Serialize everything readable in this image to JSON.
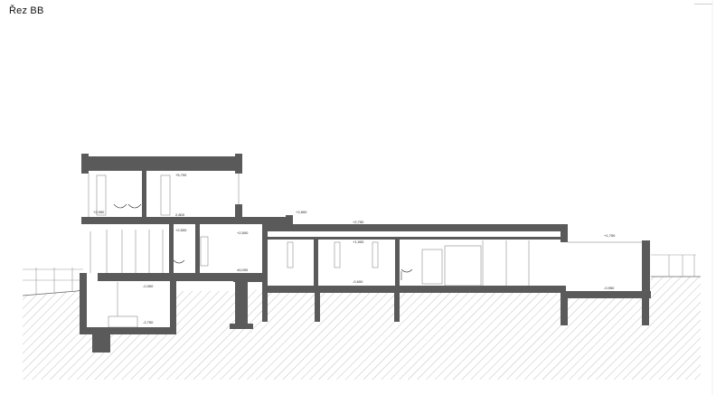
{
  "drawing": {
    "title": "Řez BB",
    "colors": {
      "structure": "#5a5a5a",
      "hatch": "#9a9a9a",
      "line": "#555555",
      "background": "#ffffff"
    },
    "levels": [
      {
        "id": "lvl-roof",
        "text": "+5,700"
      },
      {
        "id": "lvl-upper-left",
        "text": "+2,950"
      },
      {
        "id": "lvl-upper-floor",
        "text": "2,800"
      },
      {
        "id": "lvl-terrace",
        "text": "+2,800"
      },
      {
        "id": "lvl-roof-mid",
        "text": "+2,750"
      },
      {
        "id": "lvl-ceil-1",
        "text": "+2,500"
      },
      {
        "id": "lvl-ceil-2",
        "text": "+2,500"
      },
      {
        "id": "lvl-ceil-3",
        "text": "+1,900"
      },
      {
        "id": "lvl-right-roof",
        "text": "+1,750"
      },
      {
        "id": "lvl-ground",
        "text": "±0,000"
      },
      {
        "id": "lvl-mid-floor",
        "text": "-0,600"
      },
      {
        "id": "lvl-right-floor",
        "text": "-0,950"
      },
      {
        "id": "lvl-basement-ceil",
        "text": "-0,300"
      },
      {
        "id": "lvl-basement-floor",
        "text": "-2,750"
      }
    ]
  }
}
